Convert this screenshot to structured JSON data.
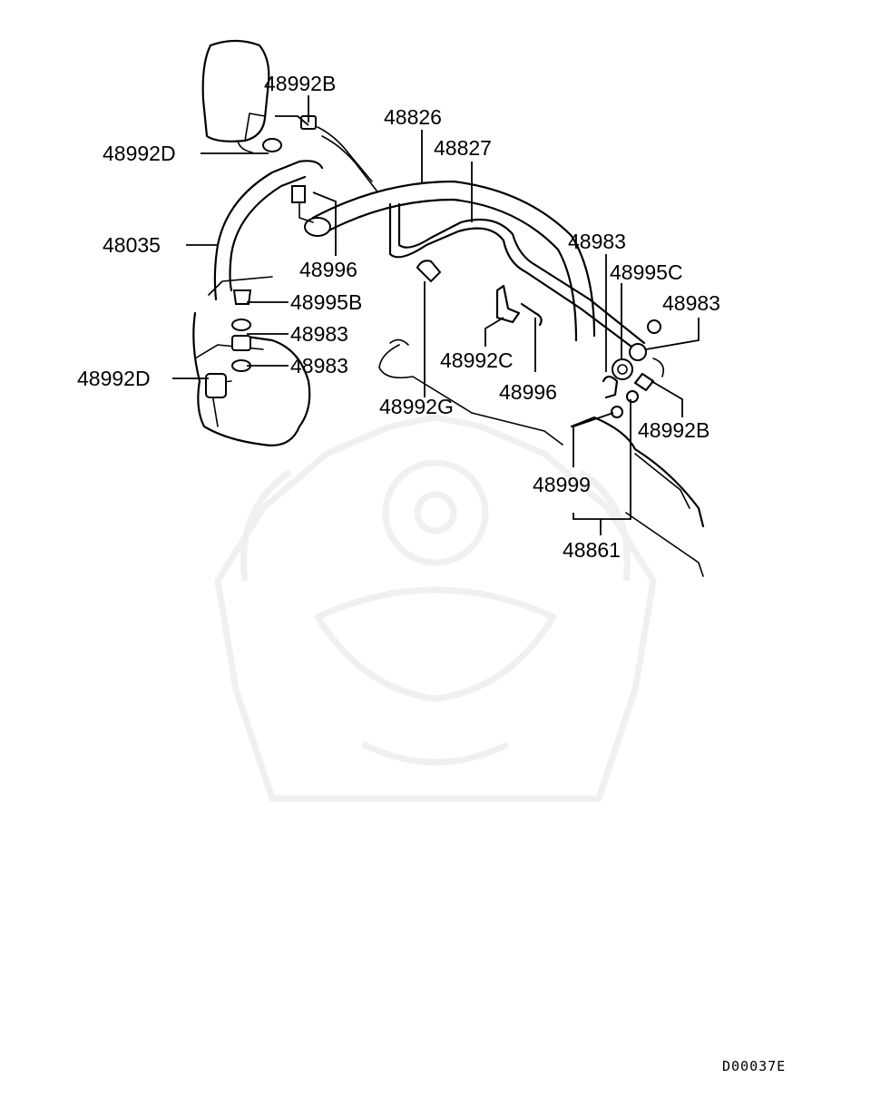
{
  "diagram": {
    "labels": {
      "l_48992B_top": "48992B",
      "l_48826": "48826",
      "l_48827": "48827",
      "l_48992D_top": "48992D",
      "l_48035": "48035",
      "l_48996_left": "48996",
      "l_48983_top": "48983",
      "l_48995C": "48995C",
      "l_48983_right": "48983",
      "l_48995B": "48995B",
      "l_48983_mid": "48983",
      "l_48983_low": "48983",
      "l_48992D_low": "48992D",
      "l_48992C": "48992C",
      "l_48996_right": "48996",
      "l_48992G": "48992G",
      "l_48992B_right": "48992B",
      "l_48999": "48999",
      "l_48861": "48861"
    },
    "code": "D00037E"
  },
  "colors": {
    "line": "#000000",
    "background": "#ffffff",
    "watermark": "#f0f0f0"
  }
}
